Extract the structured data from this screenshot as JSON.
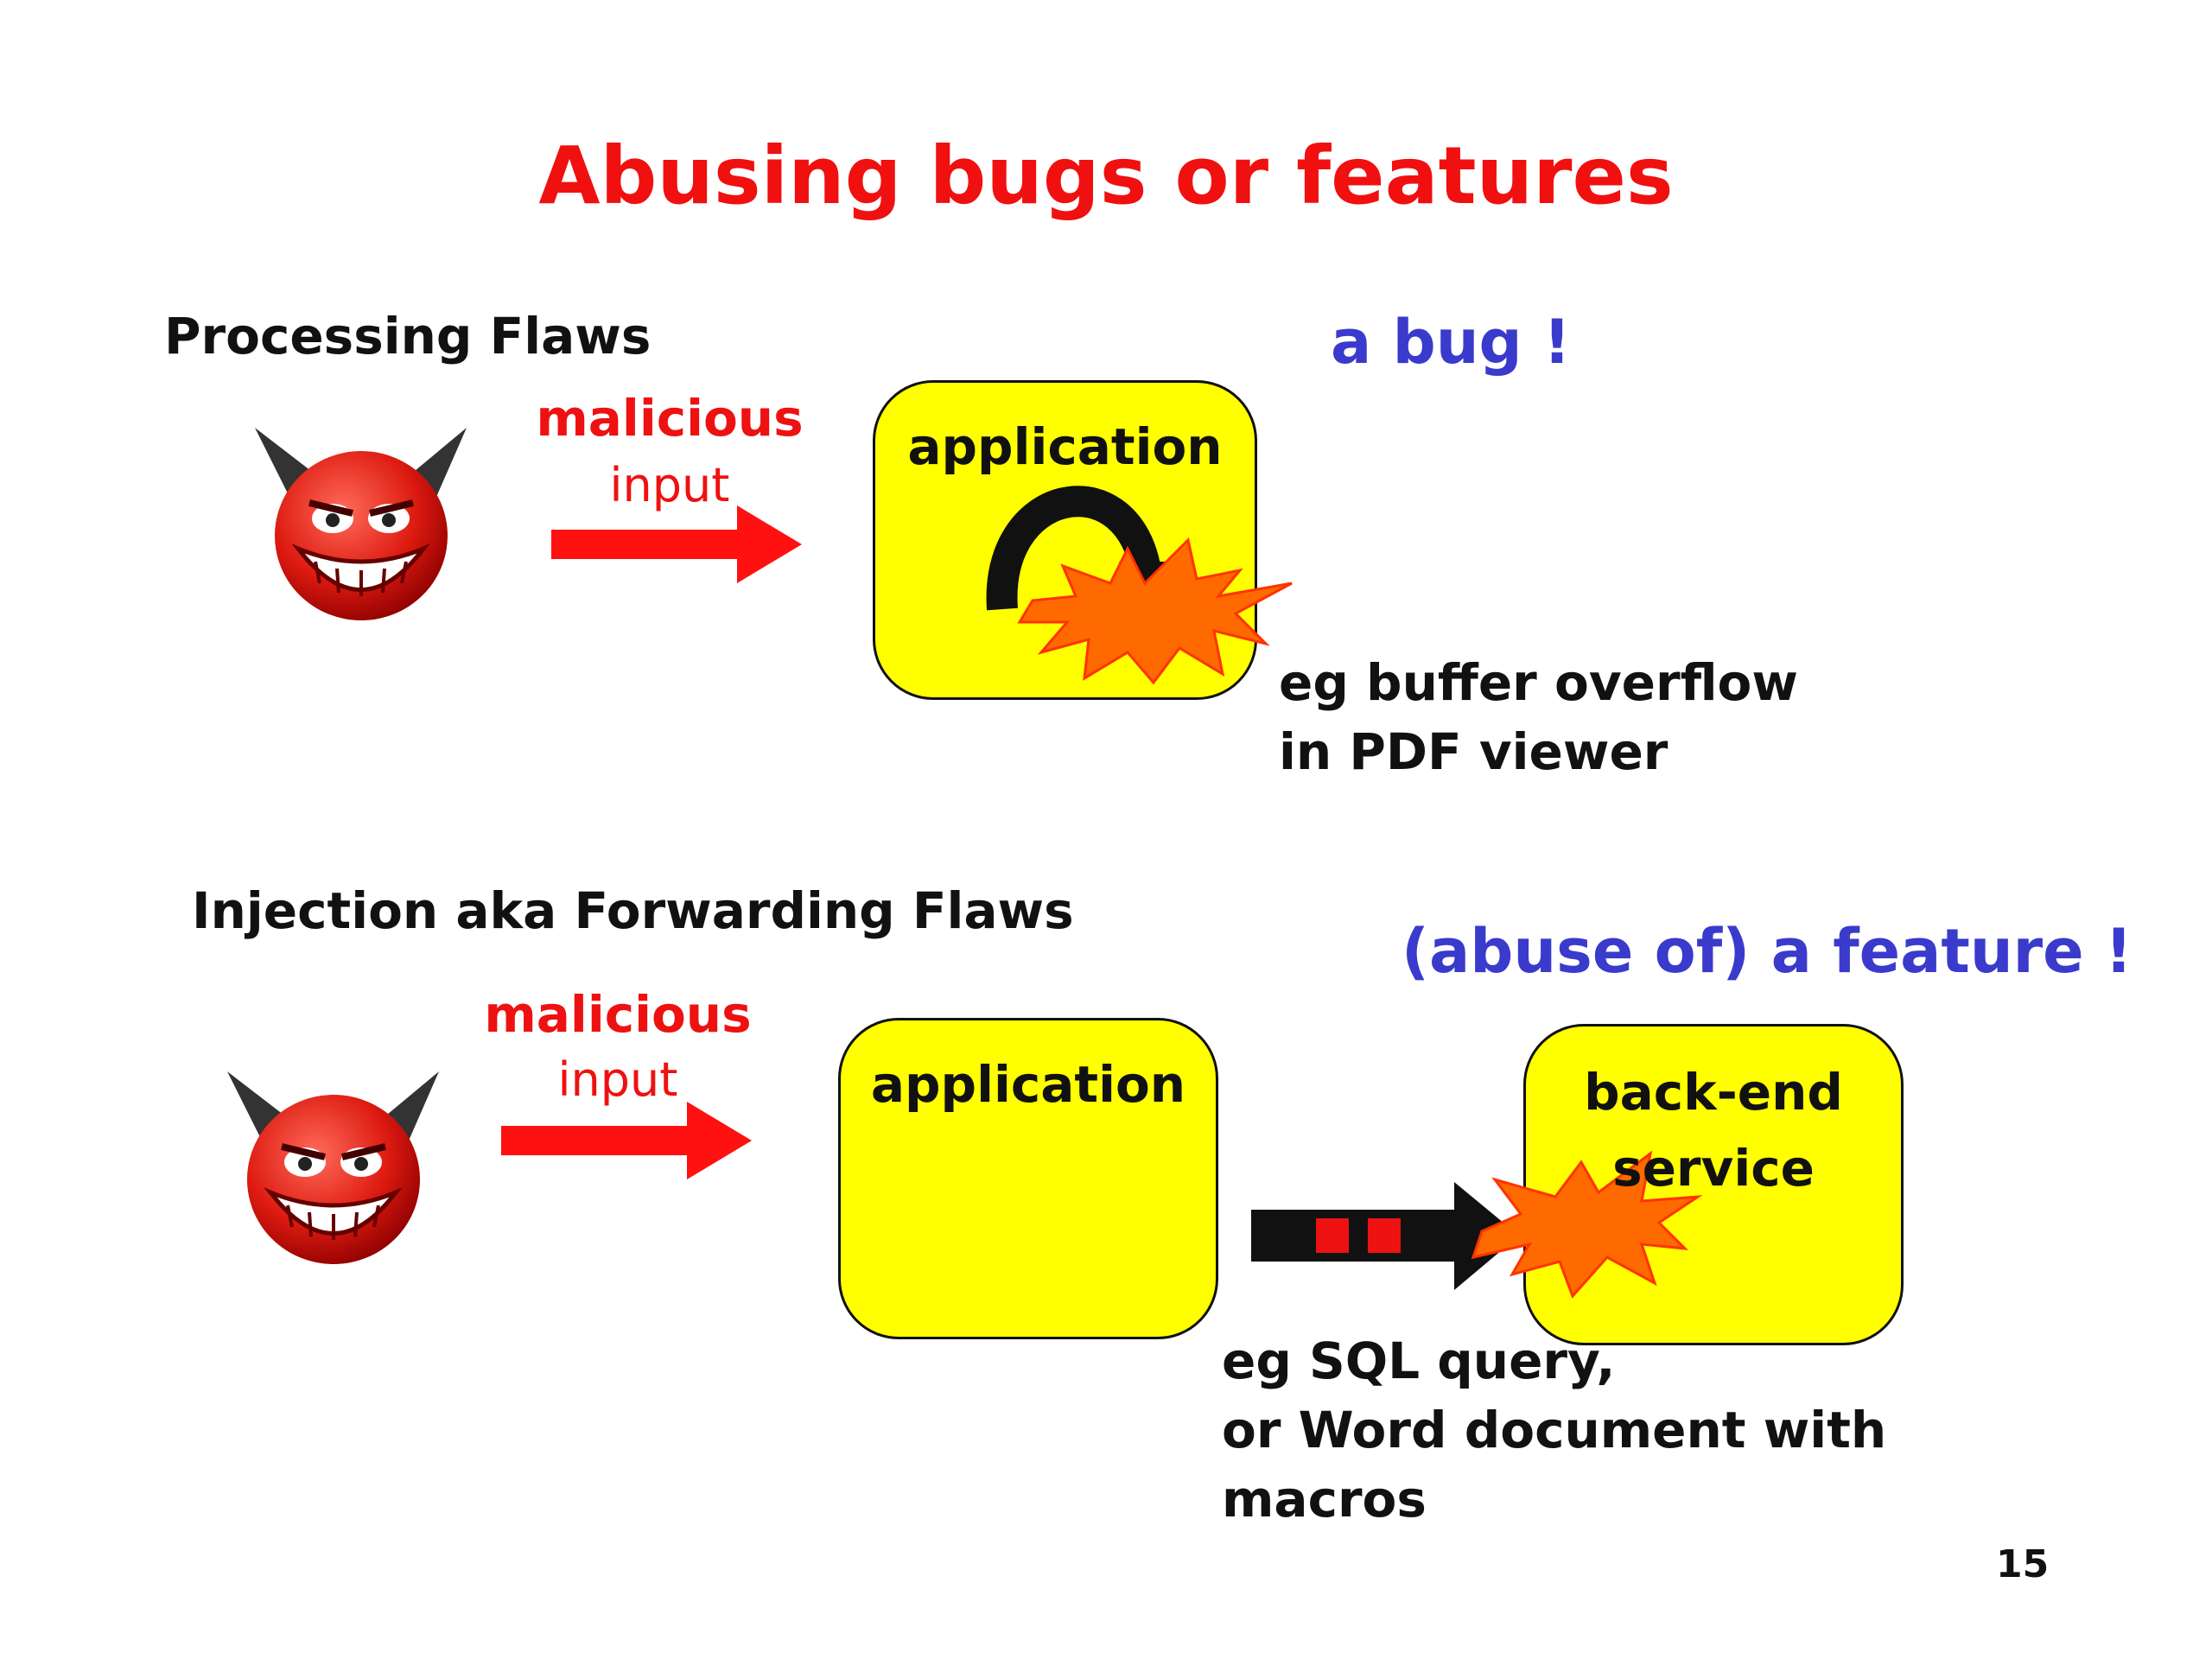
{
  "slide": {
    "title": "Abusing bugs or features",
    "page_number": "15"
  },
  "processing": {
    "heading": "Processing  Flaws",
    "note": "a bug !",
    "malicious_label": "malicious",
    "input_label": "input",
    "application_label": "application",
    "example_lines": [
      "eg buffer overflow",
      "in PDF viewer"
    ]
  },
  "injection": {
    "heading": "Injection aka Forwarding  Flaws",
    "note": "(abuse of) a feature !",
    "malicious_label": "malicious",
    "input_label": "input",
    "application_label": "application",
    "backend_label_line1": "back-end",
    "backend_label_line2": "service",
    "example_lines": [
      "eg SQL query,",
      "or Word document with",
      "macros"
    ]
  },
  "colors": {
    "title_red": "#f01010",
    "note_blue": "#3a3acc",
    "box_yellow": "#ffff00",
    "burst_orange": "#ff6a00",
    "arrow_red": "#ff1111"
  },
  "icons": {
    "attacker": "devil-face-icon",
    "explosion": "explosion-burst-icon"
  }
}
